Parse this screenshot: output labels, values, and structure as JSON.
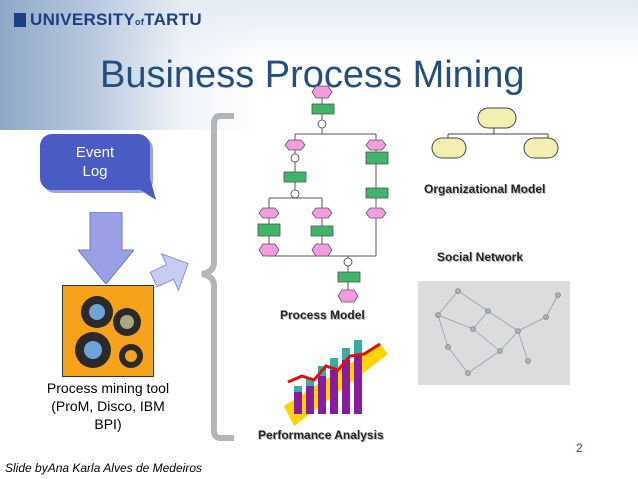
{
  "header": {
    "logo_text": "UNIVERSITY",
    "logo_of": "of",
    "logo_name": "TARTU",
    "title": "Business Process Mining"
  },
  "callout": {
    "line1": "Event",
    "line2": "Log"
  },
  "tool": {
    "line1": "Process mining tool",
    "line2": "(ProM, Disco, IBM",
    "line3": "BPI)"
  },
  "labels": {
    "process_model": "Process Model",
    "organizational_model": "Organizational Model",
    "social_network": "Social Network",
    "performance_analysis": "Performance Analysis"
  },
  "footer": {
    "page_number": "2",
    "credit": "Slide byAna Karla Alves de Medeiros"
  },
  "colors": {
    "title": "#244e7c",
    "callout": "#4a5bc4",
    "arrow": "#9aa0e6",
    "org_node": "#f2efb0",
    "process_node": "#f59be0",
    "process_rect": "#3fb56a",
    "chart_yellow": "#ffd200",
    "chart_bars": [
      "#8a1aa0",
      "#2fb0a0"
    ],
    "chart_line": "#e01010"
  }
}
